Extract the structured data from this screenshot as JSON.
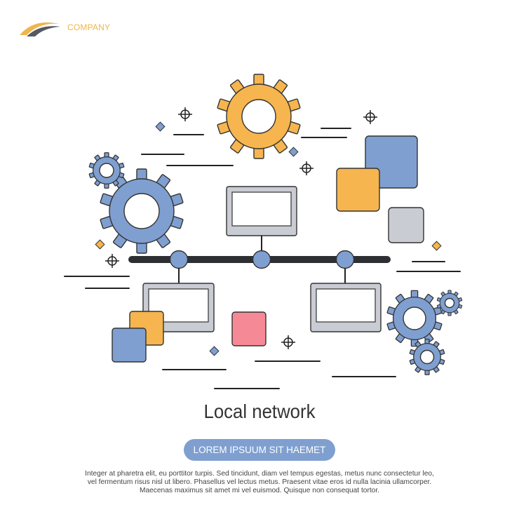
{
  "brand": {
    "name": "COMPANY"
  },
  "title": "Local network",
  "button": {
    "label": "LOREM IPSUUM SIT HAEMET"
  },
  "description": [
    "Integer at pharetra elit, eu porttitor turpis. Sed tincidunt, diam vel tempus egestas, metus nunc consectetur leo,",
    "vel fermentum risus nisl ut libero. Phasellus vel lectus metus. Praesent vitae eros id nulla lacinia ullamcorper.",
    "Maecenas maximus sit amet mi vel euismod. Quisque non consequat tortor."
  ],
  "colors": {
    "blue": "#7f9fd0",
    "orange": "#f6b54e",
    "pink": "#f58a96",
    "gray": "#c9ccd2",
    "outline": "#333333",
    "accent_brand": "#f0b54a"
  },
  "icons": [
    "company-logo",
    "gear-icon",
    "monitor-icon",
    "crosshair-icon",
    "diamond-icon",
    "network-node"
  ]
}
